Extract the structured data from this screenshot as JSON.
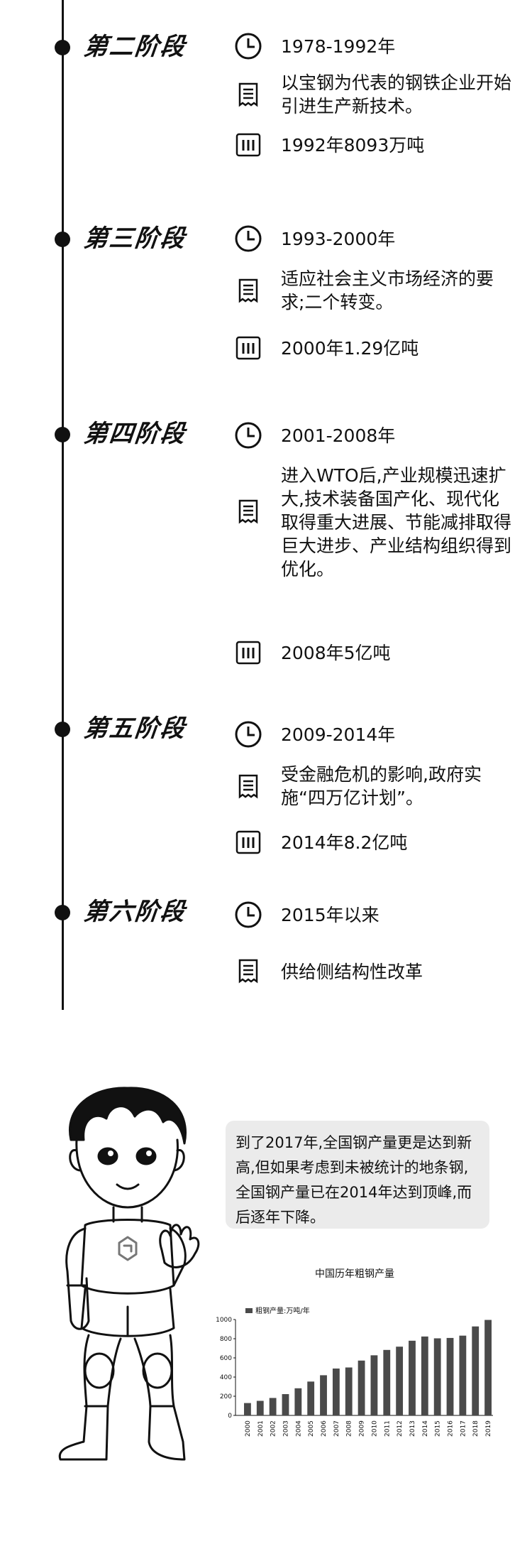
{
  "stages": [
    {
      "title": "第二阶段",
      "period": "1978-1992年",
      "desc": "以宝钢为代表的钢铁企业开始引进生产新技术。",
      "output": "1992年8093万吨"
    },
    {
      "title": "第三阶段",
      "period": "1993-2000年",
      "desc": "适应社会主义市场经济的要求;二个转变。",
      "output": "2000年1.29亿吨"
    },
    {
      "title": "第四阶段",
      "period": "2001-2008年",
      "desc": "进入WTO后,产业规模迅速扩大,技术装备国产化、现代化取得重大进展、节能减排取得巨大进步、产业结构组织得到优化。",
      "output": "2008年5亿吨"
    },
    {
      "title": "第五阶段",
      "period": "2009-2014年",
      "desc": "受金融危机的影响,政府实施“四万亿计划”。",
      "output": "2014年8.2亿吨"
    },
    {
      "title": "第六阶段",
      "period": "2015年以来",
      "desc": "供给侧结构性改革",
      "output": ""
    }
  ],
  "bubble_text": "到了2017年,全国钢产量更是达到新高,但如果考虑到未被统计的地条钢,全国钢产量已在2014年达到顶峰,而后逐年下降。",
  "chart_data": {
    "type": "bar",
    "title": "中国历年粗钢产量",
    "legend": "粗钢产量:万吨/年",
    "categories": [
      "2000",
      "2001",
      "2002",
      "2003",
      "2004",
      "2005",
      "2006",
      "2007",
      "2008",
      "2009",
      "2010",
      "2011",
      "2012",
      "2013",
      "2014",
      "2015",
      "2016",
      "2017",
      "2018",
      "2019"
    ],
    "values": [
      129,
      152,
      182,
      222,
      283,
      353,
      419,
      489,
      500,
      572,
      627,
      683,
      717,
      779,
      823,
      804,
      808,
      832,
      928,
      996
    ],
    "ylim": [
      0,
      1000
    ],
    "yticks": [
      0,
      200,
      400,
      600,
      800,
      1000
    ],
    "bar_color": "#4a4a4a"
  }
}
